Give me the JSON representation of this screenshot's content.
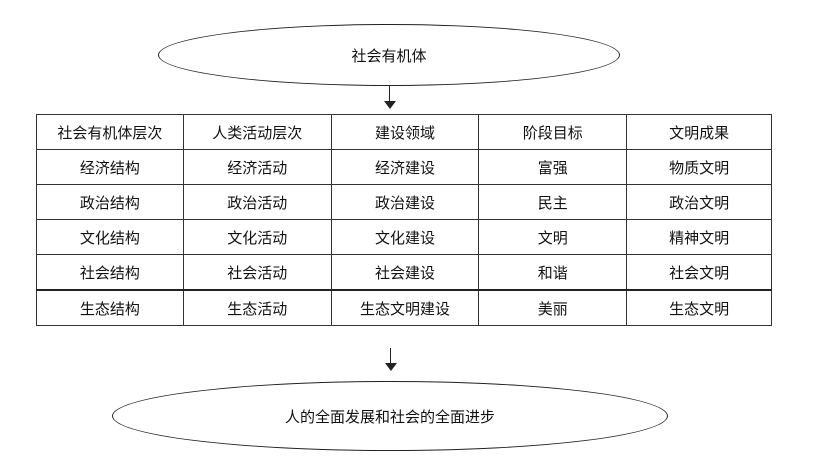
{
  "top_node": "社会有机体",
  "bottom_node": "人的全面发展和社会的全面进步",
  "table": {
    "header": [
      "社会有机体层次",
      "人类活动层次",
      "建设领域",
      "阶段目标",
      "文明成果"
    ],
    "rows": [
      [
        "经济结构",
        "经济活动",
        "经济建设",
        "富强",
        "物质文明"
      ],
      [
        "政治结构",
        "政治活动",
        "政治建设",
        "民主",
        "政治文明"
      ],
      [
        "文化结构",
        "文化活动",
        "文化建设",
        "文明",
        "精神文明"
      ],
      [
        "社会结构",
        "社会活动",
        "社会建设",
        "和谐",
        "社会文明"
      ],
      [
        "生态结构",
        "生态活动",
        "生态文明建设",
        "美丽",
        "生态文明"
      ]
    ]
  }
}
